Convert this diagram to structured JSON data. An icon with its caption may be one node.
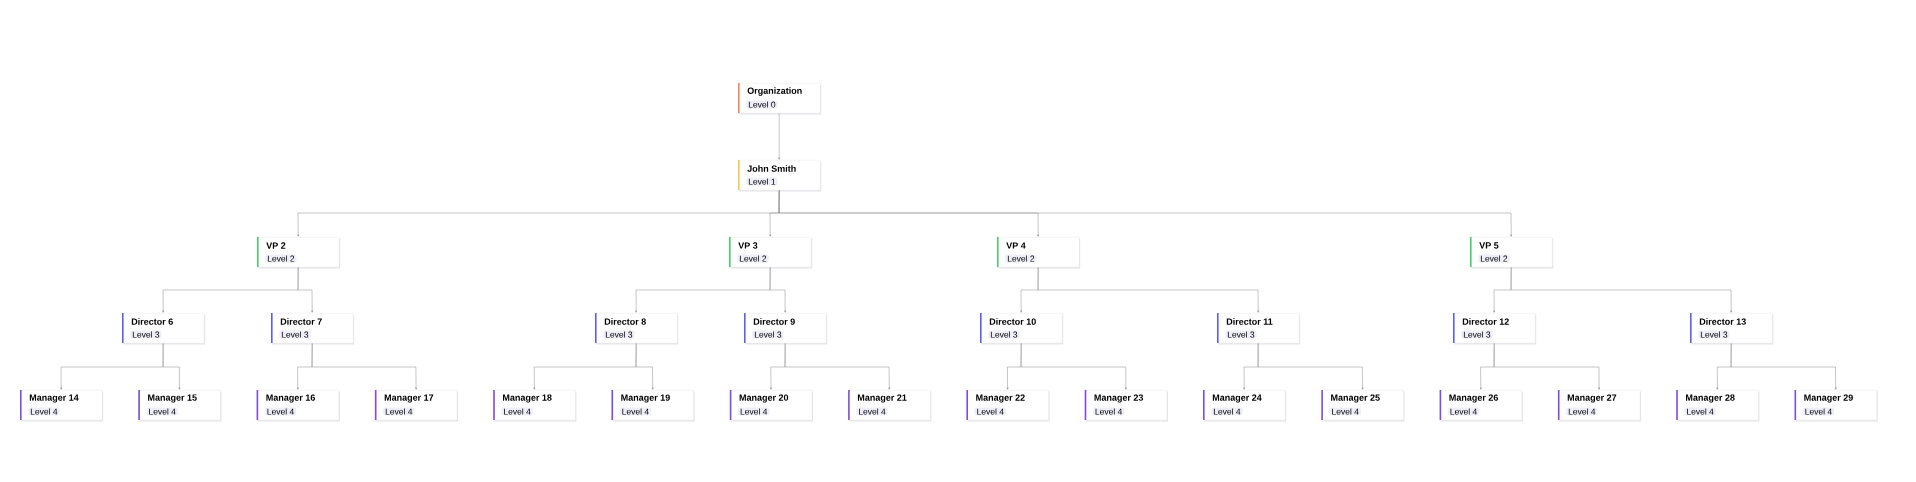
{
  "diagram": {
    "nodes": [
      {
        "text": [
          "Organization",
          "Level 0"
        ]
      },
      {
        "text": [
          "John Smith",
          "Level 1"
        ]
      },
      {
        "text": [
          "VP 2",
          "Level 2"
        ]
      },
      {
        "text": [
          "VP 3",
          "Level 2"
        ]
      },
      {
        "text": [
          "VP 4",
          "Level 2"
        ]
      },
      {
        "text": [
          "VP 5",
          "Level 2"
        ]
      },
      {
        "text": [
          "Director 6",
          "Level 3"
        ]
      },
      {
        "text": [
          "Director 7",
          "Level 3"
        ]
      },
      {
        "text": [
          "Director 8",
          "Level 3"
        ]
      },
      {
        "text": [
          "Director 9",
          "Level 3"
        ]
      },
      {
        "text": [
          "Director 10",
          "Level 3"
        ]
      },
      {
        "text": [
          "Director 11",
          "Level 3"
        ]
      },
      {
        "text": [
          "Director 12",
          "Level 3"
        ]
      },
      {
        "text": [
          "Director 13",
          "Level 3"
        ]
      },
      {
        "text": [
          "Manager 14",
          "Level 4"
        ]
      },
      {
        "text": [
          "Manager 15",
          "Level 4"
        ]
      },
      {
        "text": [
          "Manager 16",
          "Level 4"
        ]
      },
      {
        "text": [
          "Manager 17",
          "Level 4"
        ]
      },
      {
        "text": [
          "Manager 18",
          "Level 4"
        ]
      },
      {
        "text": [
          "Manager 19",
          "Level 4"
        ]
      },
      {
        "text": [
          "Manager 20",
          "Level 4"
        ]
      },
      {
        "text": [
          "Manager 21",
          "Level 4"
        ]
      },
      {
        "text": [
          "Manager 22",
          "Level 4"
        ]
      },
      {
        "text": [
          "Manager 23",
          "Level 4"
        ]
      },
      {
        "text": [
          "Manager 24",
          "Level 4"
        ]
      },
      {
        "text": [
          "Manager 25",
          "Level 4"
        ]
      },
      {
        "text": [
          "Manager 26",
          "Level 4"
        ]
      },
      {
        "text": [
          "Manager 27",
          "Level 4"
        ]
      },
      {
        "text": [
          "Manager 28",
          "Level 4"
        ]
      },
      {
        "text": [
          "Manager 29",
          "Level 4"
        ]
      }
    ],
    "edges": [
      {
        "from": 0,
        "to": 1,
        "arrow": "to"
      },
      {
        "from": 1,
        "to": 2,
        "arrow": "to"
      },
      {
        "from": 1,
        "to": 3,
        "arrow": "to"
      },
      {
        "from": 1,
        "to": 4,
        "arrow": "to"
      },
      {
        "from": 1,
        "to": 5,
        "arrow": "to"
      },
      {
        "from": 2,
        "to": 6,
        "arrow": "to"
      },
      {
        "from": 2,
        "to": 7,
        "arrow": "to"
      },
      {
        "from": 3,
        "to": 8,
        "arrow": "to"
      },
      {
        "from": 3,
        "to": 9,
        "arrow": "to"
      },
      {
        "from": 4,
        "to": 10,
        "arrow": "to"
      },
      {
        "from": 4,
        "to": 11,
        "arrow": "to"
      },
      {
        "from": 5,
        "to": 12,
        "arrow": "to"
      },
      {
        "from": 5,
        "to": 13,
        "arrow": "to"
      },
      {
        "from": 6,
        "to": 14,
        "arrow": "to"
      },
      {
        "from": 6,
        "to": 15,
        "arrow": "to"
      },
      {
        "from": 7,
        "to": 16,
        "arrow": "to"
      },
      {
        "from": 7,
        "to": 17,
        "arrow": "to"
      },
      {
        "from": 8,
        "to": 18,
        "arrow": "to"
      },
      {
        "from": 8,
        "to": 19,
        "arrow": "to"
      },
      {
        "from": 9,
        "to": 20,
        "arrow": "to"
      },
      {
        "from": 9,
        "to": 21,
        "arrow": "to"
      },
      {
        "from": 10,
        "to": 22,
        "arrow": "to"
      },
      {
        "from": 10,
        "to": 23,
        "arrow": "to"
      },
      {
        "from": 11,
        "to": 24,
        "arrow": "to"
      },
      {
        "from": 11,
        "to": 25,
        "arrow": "to"
      },
      {
        "from": 12,
        "to": 26,
        "arrow": "to"
      },
      {
        "from": 12,
        "to": 27,
        "arrow": "to"
      },
      {
        "from": 13,
        "to": 28,
        "arrow": "to"
      },
      {
        "from": 13,
        "to": 29,
        "arrow": "to"
      }
    ]
  }
}
